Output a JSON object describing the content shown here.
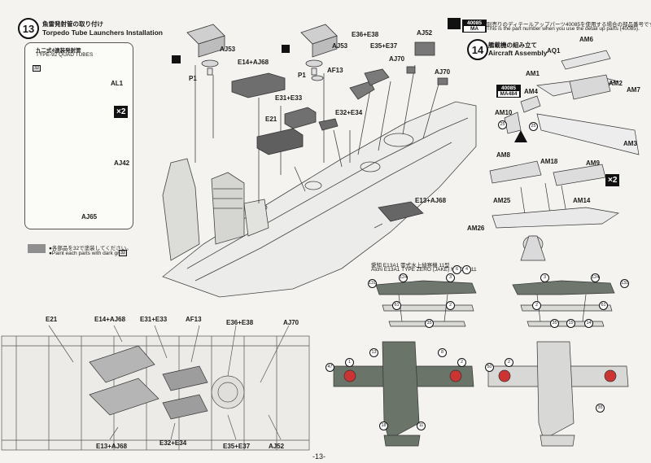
{
  "step13": {
    "number": "13",
    "title_jp": "魚雷発射管の取り付け",
    "title_en": "Torpedo Tube Launchers Installation",
    "inset_title_jp": "九二式4連装発射管",
    "inset_title_en": "TYPE-92 QUAD TUBES",
    "inset_labels": [
      "AL1",
      "AJ42",
      "AJ65"
    ],
    "inset_color_code": "32",
    "multiplier": "×2",
    "paint_note_jp": "●各部品を32で塗装してください。",
    "paint_note_en": "●Paint each parts with dark gray",
    "paint_code": "32",
    "part_labels": [
      "AJ53",
      "P1",
      "E14+AJ68",
      "AJ53",
      "P1",
      "AF13",
      "E36+E38",
      "E35+E37",
      "AJ70",
      "AJ52",
      "AJ70",
      "E31+E33",
      "E32+E34",
      "E21",
      "E13+AJ68"
    ],
    "bottom_labels": [
      "E21",
      "E14+AJ68",
      "E31+E33",
      "AF13",
      "E36+E38",
      "AJ70",
      "E13+AJ68",
      "E32+E34",
      "E35+E37",
      "AJ52"
    ]
  },
  "detail_note": {
    "badge_top": "40085",
    "badge_bottom": "MA",
    "text_jp": "別売りのディテールアップパーツ40085を使用する場合の部品番号です。",
    "text_en": "This is the part number when you use the detail up parts (40085)."
  },
  "step14": {
    "number": "14",
    "title_jp": "艦載機の組み立て",
    "title_en": "Aircraft Assembly",
    "labels": [
      "AM6",
      "AQ1",
      "AM1",
      "AM2",
      "AM7",
      "AM4",
      "AM10",
      "AM3",
      "AM8",
      "AM18",
      "AM9",
      "AM25",
      "AM14",
      "AM26"
    ],
    "badge_top": "40085",
    "badge_bottom": "MA484",
    "multiplier": "×2",
    "code_25a": "25",
    "code_25b": "25"
  },
  "aircraft": {
    "caption_jp": "愛知 E13A1 零式水上偵察機 11型",
    "caption_en": "Aichi E13A1 TYPE ZERO (JAKE) MODEL 11",
    "color_codes": [
      "131",
      "124",
      "3",
      "61",
      "2",
      "35",
      "6",
      "4",
      "131",
      "124",
      "3",
      "61",
      "2",
      "35",
      "15",
      "14",
      "47",
      "1",
      "13",
      "8",
      "2",
      "18",
      "11",
      "35",
      "50",
      "2"
    ]
  },
  "page_number": "-13-"
}
